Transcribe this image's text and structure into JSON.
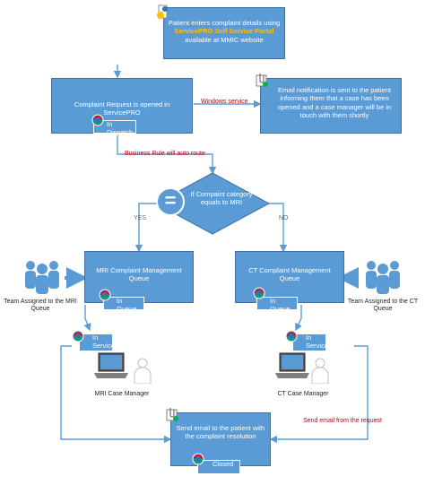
{
  "patient_box": {
    "line1": "Patient enters complaint details using",
    "portal": "ServicePRO Self Service Portal",
    "line3": "available at MMIC website"
  },
  "request_box": {
    "title": "Complaint Request is opened in ServicePRO",
    "status": "In Dispatch"
  },
  "email_box": {
    "text": "Email notification is sent to the patient informing them that a case has been opened and a case manager will be in touch with them shortly"
  },
  "windows_service_label": "Windows service",
  "business_rule_label": "Business Rule will auto route",
  "decision": {
    "text": "If Compaint category equals to MRI",
    "equals_symbol": "="
  },
  "yes_label": "YES",
  "no_label": "NO",
  "mri_queue": {
    "title": "MRI Complaint Management Queue",
    "status": "In Queue"
  },
  "ct_queue": {
    "title": "CT Complaint Management Queue",
    "status": "In Queue"
  },
  "team_mri": "Team Assigned to the MRI Queue",
  "team_ct": "Team Assigned to the CT Queue",
  "mri_service": {
    "status_line1": "In",
    "status_line2": "Service",
    "manager_label": "MRI Case Manager"
  },
  "ct_service": {
    "status_line1": "In",
    "status_line2": "Service",
    "manager_label": "CT Case Manager"
  },
  "send_email_request_label": "Send email from the request",
  "closing_box": {
    "text": "Send email to the patient with the complaint resolution",
    "status": "Closed"
  },
  "colors": {
    "box_fill": "#5b9bd5",
    "box_border": "#41719c",
    "connector": "#5b9bd5",
    "annotation_red": "#c00000",
    "highlight_yellow": "#ffc000"
  }
}
